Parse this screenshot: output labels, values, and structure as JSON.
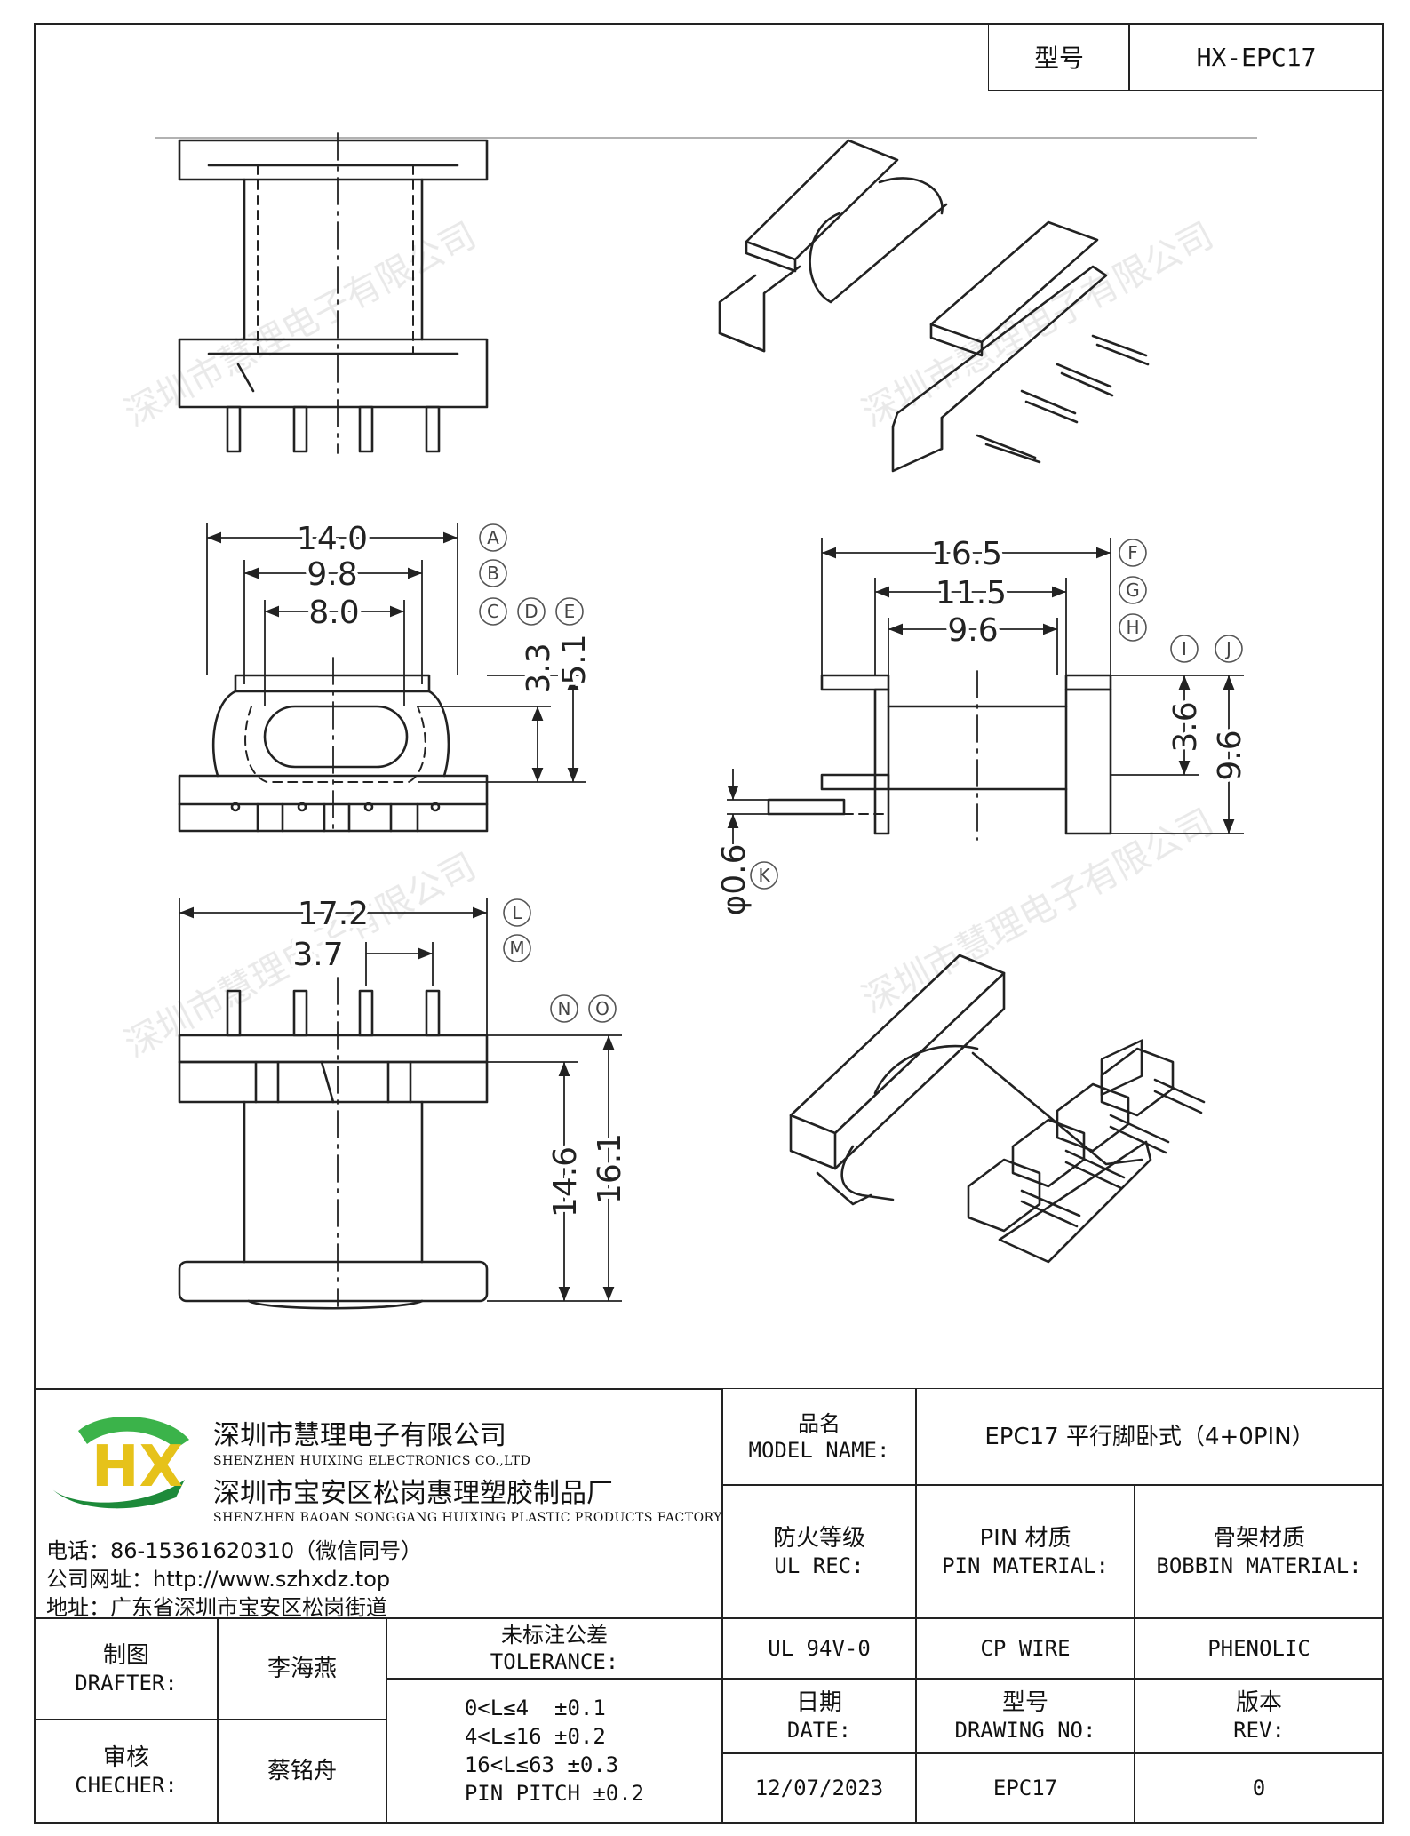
{
  "header": {
    "model_label": "型号",
    "model_value": "HX-EPC17"
  },
  "drawing": {
    "dims": {
      "d_14_0": "14.0",
      "d_9_8": "9.8",
      "d_8_0": "8.0",
      "d_3_3": "3.3",
      "d_5_1": "5.1",
      "d_16_5": "16.5",
      "d_11_5": "11.5",
      "d_9_6a": "9.6",
      "d_3_6": "3.6",
      "d_9_6b": "9.6",
      "d_0_6": "φ0.6",
      "d_17_2": "17.2",
      "d_3_7": "3.7",
      "d_14_6": "14.6",
      "d_16_1": "16.1"
    },
    "markers": [
      "A",
      "B",
      "C",
      "D",
      "E",
      "F",
      "G",
      "H",
      "I",
      "J",
      "K",
      "L",
      "M",
      "N",
      "O"
    ],
    "watermark": "深圳市慧理电子有限公司"
  },
  "company": {
    "name1_cn": "深圳市慧理电子有限公司",
    "name1_en": "SHENZHEN HUIXING ELECTRONICS CO.,LTD",
    "name2_cn": "深圳市宝安区松岗惠理塑胶制品厂",
    "name2_en": "SHENZHEN BAOAN SONGGANG HUIXING PLASTIC PRODUCTS FACTORY",
    "phone": "电话：86-15361620310（微信同号）",
    "website": "公司网址：http://www.szhxdz.top",
    "address": "地址：广东省深圳市宝安区松岗街道",
    "logo_letters": "HX"
  },
  "table": {
    "model_name_cn": "品名",
    "model_name_en": "MODEL NAME:",
    "model_name_value": "EPC17 平行脚卧式（4+0PIN）",
    "ul_cn": "防火等级",
    "ul_en": "UL REC:",
    "pin_cn": "PIN 材质",
    "pin_en": "PIN MATERIAL:",
    "bobbin_cn": "骨架材质",
    "bobbin_en": "BOBBIN MATERIAL:",
    "ul_value": "UL 94V-0",
    "pin_value": "CP WIRE",
    "bobbin_value": "PHENOLIC",
    "drafter_cn": "制图",
    "drafter_en": "DRAFTER:",
    "drafter_name": "李海燕",
    "checker_cn": "审核",
    "checker_en": "CHECHER:",
    "checker_name": "蔡铭舟",
    "tol_cn": "未标注公差",
    "tol_en": "TOLERANCE:",
    "tol_lines": [
      "0<L≤4  ±0.1",
      "4<L≤16 ±0.2",
      "16<L≤63 ±0.3",
      "PIN PITCH ±0.2"
    ],
    "date_cn": "日期",
    "date_en": "DATE:",
    "date_value": "12/07/2023",
    "dwg_cn": "型号",
    "dwg_en": "DRAWING NO:",
    "dwg_value": "EPC17",
    "rev_cn": "版本",
    "rev_en": "REV:",
    "rev_value": "0"
  }
}
